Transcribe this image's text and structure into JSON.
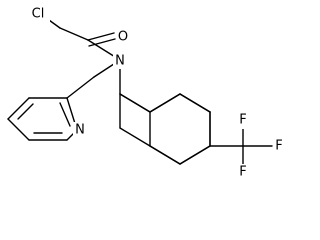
{
  "molecule": {
    "atoms": {
      "chlorine": "Cl",
      "oxygen": "O",
      "amide_nitrogen": "N",
      "pyridine_nitrogen": "N",
      "fluorine_1": "F",
      "fluorine_2": "F",
      "fluorine_3": "F"
    }
  }
}
